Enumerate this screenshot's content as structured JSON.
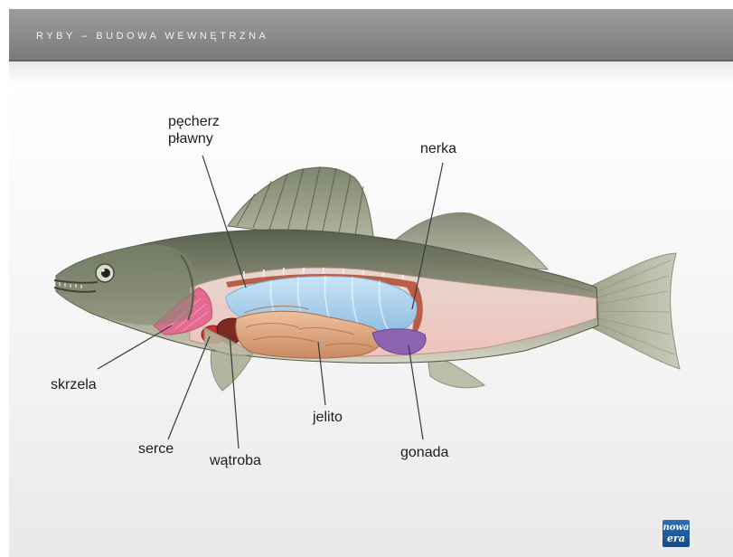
{
  "header": {
    "title": "RYBY – BUDOWA WEWNĘTRZNA"
  },
  "labels": {
    "swim_bladder_line1": "pęcherz",
    "swim_bladder_line2": "pławny",
    "kidney": "nerka",
    "gills": "skrzela",
    "intestine": "jelito",
    "heart": "serce",
    "liver": "wątroba",
    "gonad": "gonada"
  },
  "logo": {
    "line1": "nowa",
    "line2": "era"
  },
  "colors": {
    "header_bg": "#8a8a8a",
    "fish_back": "#5f6a55",
    "fish_belly_cut": "#e9c9c2",
    "swim_bladder": "#a9d0ec",
    "intestine": "#dba57e",
    "gills": "#e46d92",
    "gonad": "#8d64b2",
    "liver": "#7a2a1f",
    "fins": "#a8ac93",
    "leader_lines": "#3a3a3a"
  },
  "icons": [
    "fish-anatomy-illustration",
    "nowa-era-logo"
  ]
}
